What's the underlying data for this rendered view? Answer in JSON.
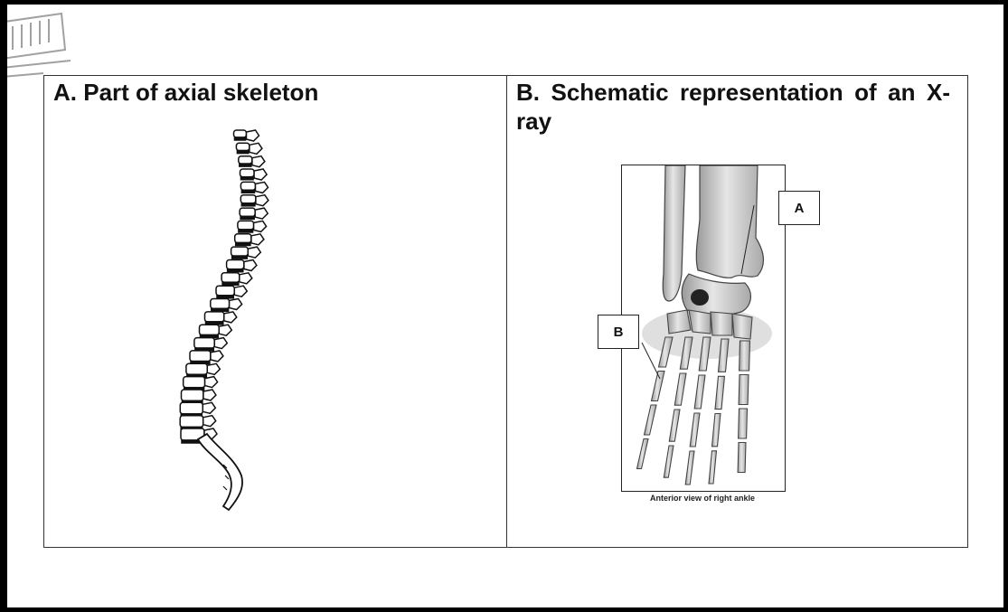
{
  "panels": {
    "a": {
      "title": "A. Part of axial skeleton",
      "image": "vertebral-column-illustration"
    },
    "b": {
      "title": "B. Schematic representation of an X-ray",
      "image": "anterior-ankle-foot-bones-illustration",
      "callouts": {
        "a": "A",
        "b": "B"
      },
      "caption": "Anterior view of right ankle"
    }
  },
  "colors": {
    "border": "#000000",
    "line": "#333333",
    "bone_fill": "#d8d8d8",
    "shadow": "#bdbdbd"
  }
}
